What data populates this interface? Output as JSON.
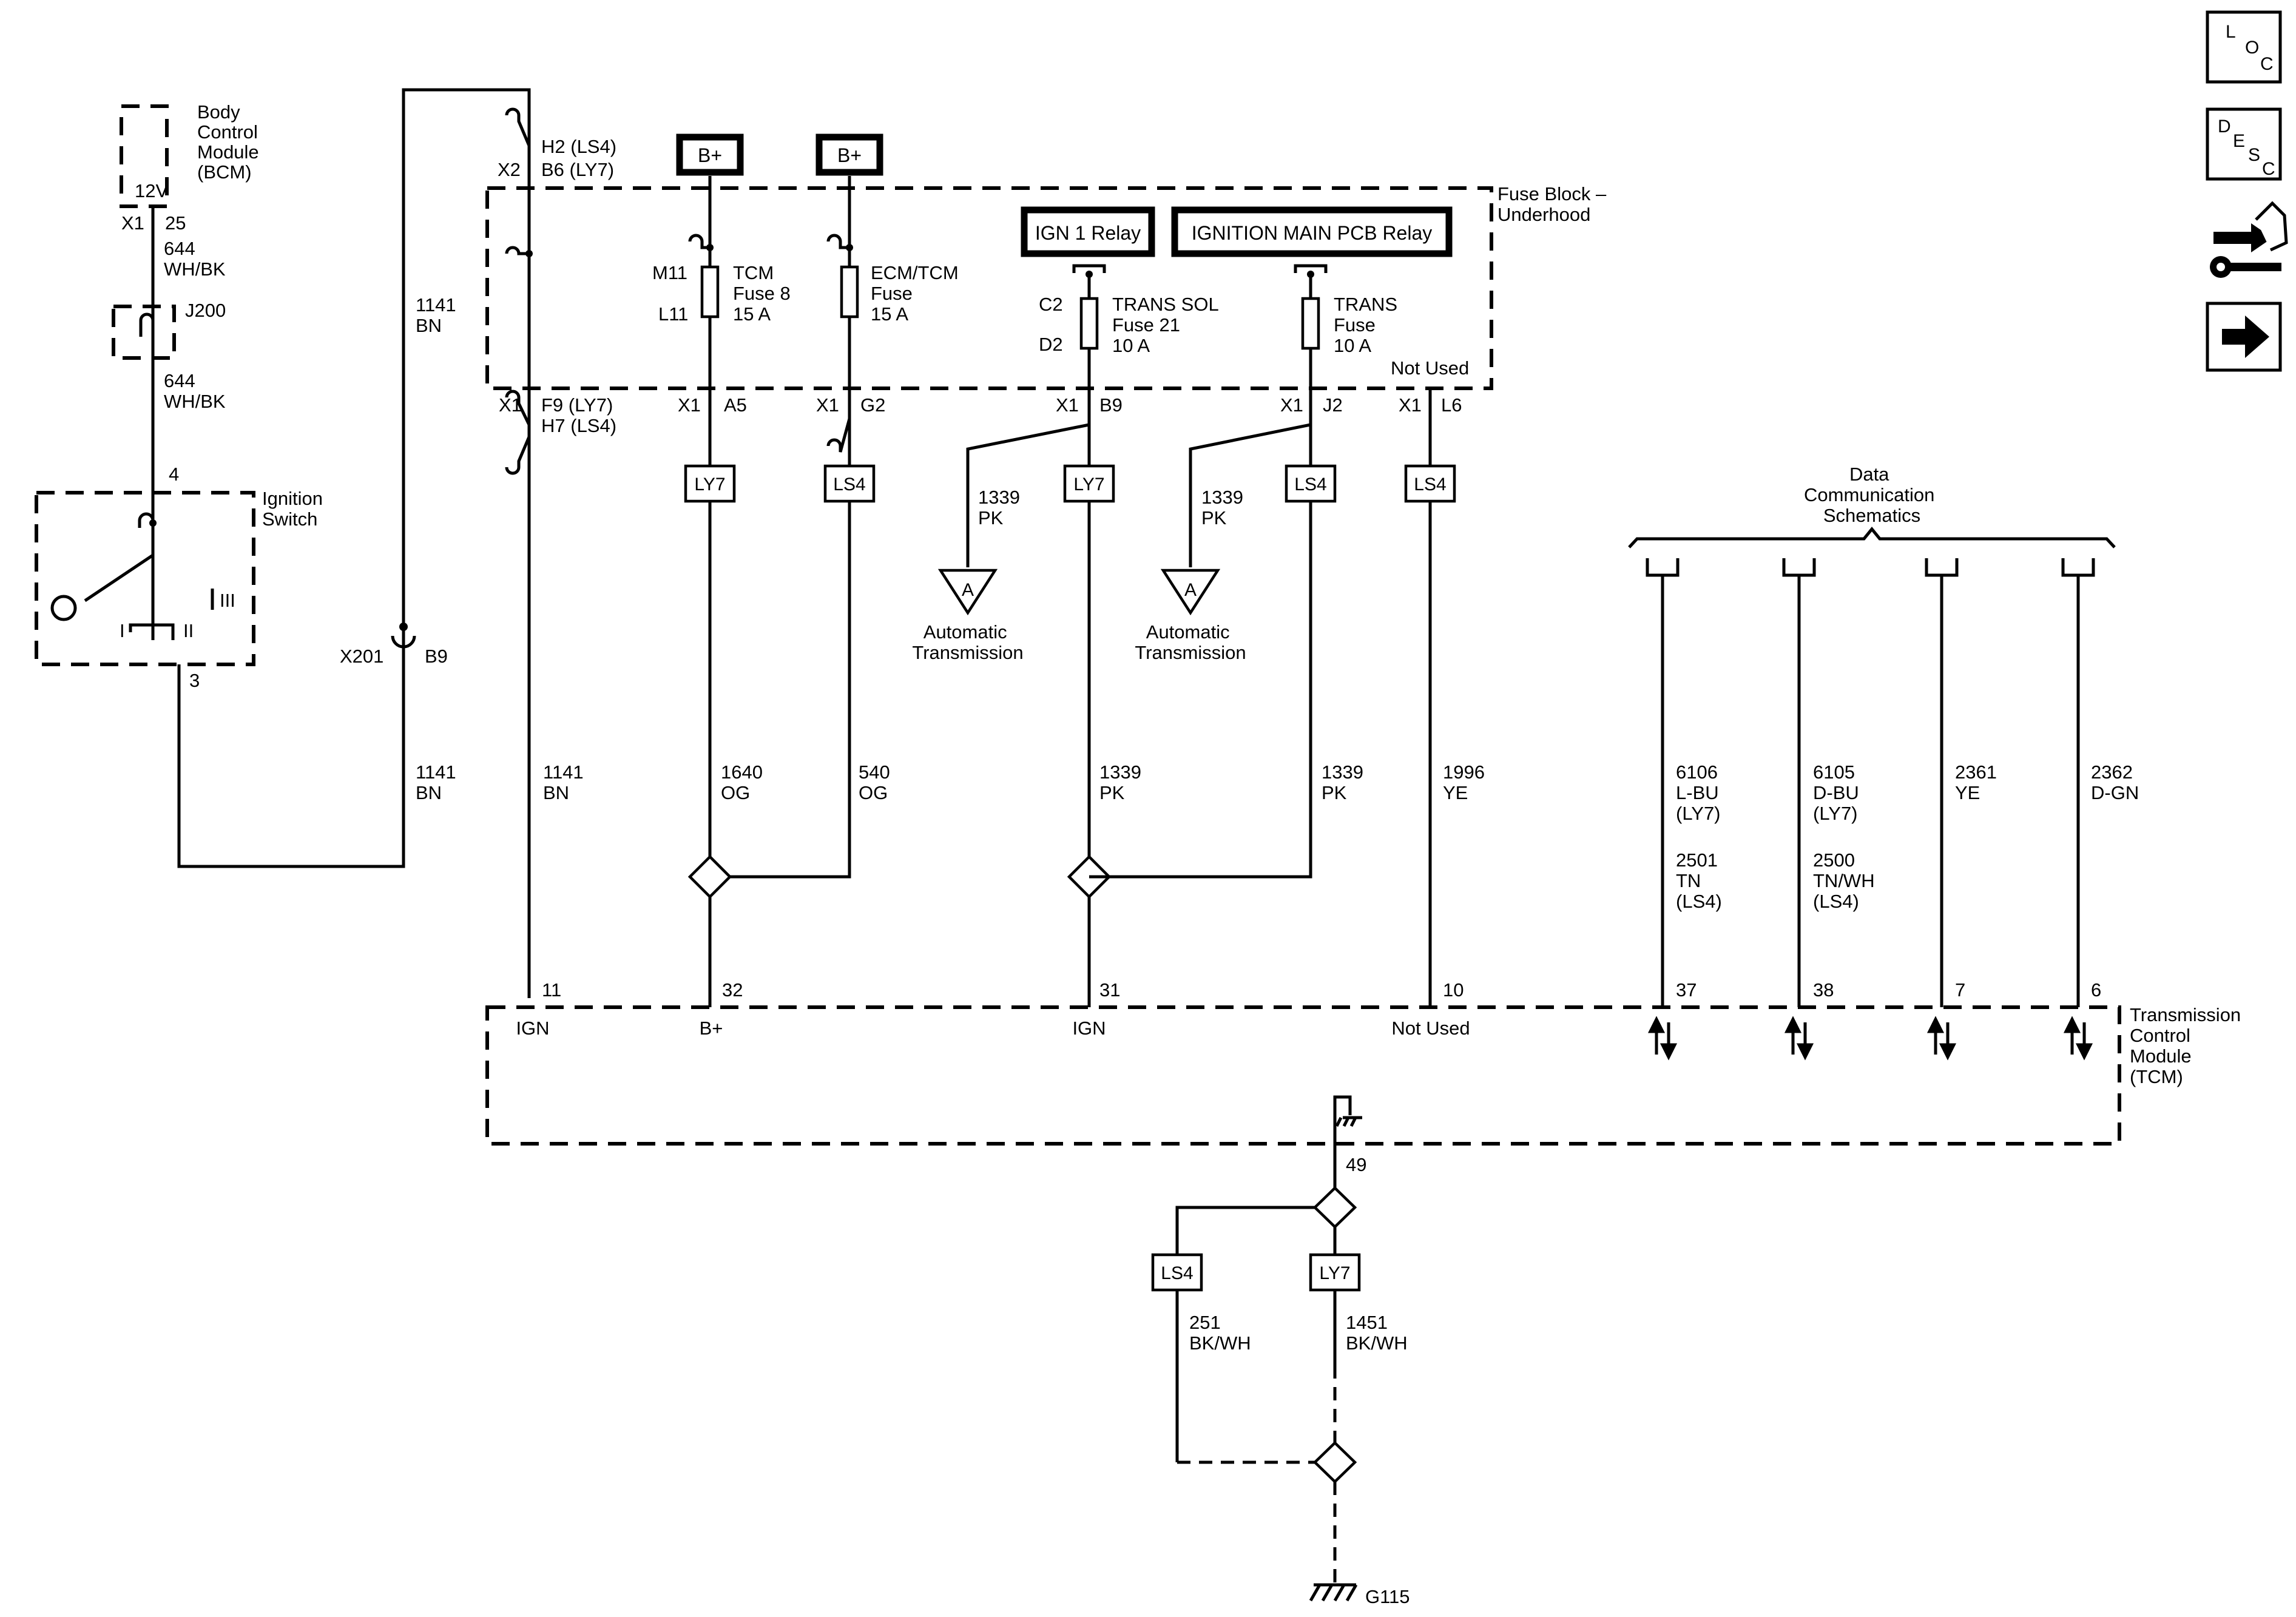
{
  "bcm": {
    "title": [
      "Body",
      "Control",
      "Module",
      "(BCM)"
    ],
    "voltage": "12V",
    "conn": "X1",
    "pin": "25"
  },
  "w644a": {
    "num": "644",
    "color": "WH/BK"
  },
  "j200": "J200",
  "w644b": {
    "num": "644",
    "color": "WH/BK"
  },
  "ign_switch": {
    "title": [
      "Ignition",
      "Switch"
    ],
    "pin_top": "4",
    "pin_bottom": "3",
    "pos_i": "I",
    "pos_ii": "II",
    "pos_iii": "III"
  },
  "x201": {
    "conn": "X201",
    "pin": "B9"
  },
  "w1141_top": {
    "num": "1141",
    "color": "BN"
  },
  "w1141_low": {
    "num": "1141",
    "color": "BN"
  },
  "w1141_main": {
    "num": "1141",
    "color": "BN"
  },
  "fuse_block": {
    "title": [
      "Fuse Block –",
      "Underhood"
    ],
    "top_conn": "X2",
    "top_pins": [
      "H2 (LS4)",
      "B6 (LY7)"
    ],
    "bot_conn": "X1",
    "bot_pins": [
      "F9 (LY7)",
      "H7 (LS4)"
    ]
  },
  "bplus": [
    "B+",
    "B+"
  ],
  "tcm_fuse": {
    "pin_in": "M11",
    "pin_out": "L11",
    "label": [
      "TCM",
      "Fuse 8",
      "15 A"
    ],
    "conn": "X1",
    "pin": "A5",
    "option": "LY7"
  },
  "ecm_fuse": {
    "label": [
      "ECM/TCM",
      "Fuse",
      "15 A"
    ],
    "conn": "X1",
    "pin": "G2",
    "option": "LS4"
  },
  "relays": {
    "ign1": "IGN 1 Relay",
    "main": "IGNITION MAIN PCB Relay"
  },
  "trans_sol": {
    "pin_in": "C2",
    "pin_out": "D2",
    "label": [
      "TRANS SOL",
      "Fuse 21",
      "10 A"
    ],
    "conn": "X1",
    "pin": "B9",
    "option": "LY7"
  },
  "trans_fuse": {
    "label": [
      "TRANS",
      "Fuse",
      "10 A"
    ],
    "conn": "X1",
    "pin": "J2",
    "option": "LS4"
  },
  "not_used_top": {
    "label": "Not Used",
    "conn": "X1",
    "pin": "L6",
    "option": "LS4"
  },
  "w1339_a": {
    "num": "1339",
    "color": "PK"
  },
  "w1339_b": {
    "num": "1339",
    "color": "PK"
  },
  "offpage": {
    "letter": [
      "A",
      "A"
    ],
    "dest": [
      [
        "Automatic",
        "Transmission"
      ],
      [
        "Automatic",
        "Transmission"
      ]
    ]
  },
  "data_comm": {
    "title": [
      "Data",
      "Communication",
      "Schematics"
    ]
  },
  "wires_mid": [
    {
      "num": "1640",
      "color": "OG"
    },
    {
      "num": "540",
      "color": "OG"
    },
    {
      "num": "1339",
      "color": "PK"
    },
    {
      "num": "1339",
      "color": "PK"
    },
    {
      "num": "1996",
      "color": "YE"
    }
  ],
  "data_wires": [
    {
      "num": "6106",
      "color": "L-BU",
      "opt": "(LY7)",
      "num2": "2501",
      "color2": "TN",
      "opt2": "(LS4)"
    },
    {
      "num": "6105",
      "color": "D-BU",
      "opt": "(LY7)",
      "num2": "2500",
      "color2": "TN/WH",
      "opt2": "(LS4)"
    },
    {
      "num": "2361",
      "color": "YE"
    },
    {
      "num": "2362",
      "color": "D-GN"
    }
  ],
  "tcm": {
    "title": [
      "Transmission",
      "Control",
      "Module",
      "(TCM)"
    ],
    "pins": [
      "11",
      "32",
      "31",
      "10",
      "37",
      "38",
      "7",
      "6"
    ],
    "pin_names": [
      "IGN",
      "B+",
      "IGN",
      "Not Used"
    ],
    "ground_pin": "49"
  },
  "ground": {
    "opt_a": "LS4",
    "opt_b": "LY7",
    "w251": {
      "num": "251",
      "color": "BK/WH"
    },
    "w1451": {
      "num": "1451",
      "color": "BK/WH"
    },
    "name": "G115"
  },
  "nav": {
    "loc": [
      "L",
      "O",
      "C"
    ],
    "desc": [
      "D",
      "E",
      "S",
      "C"
    ],
    "icons": [
      "connector-repair-icon",
      "forward-arrow-icon"
    ]
  }
}
